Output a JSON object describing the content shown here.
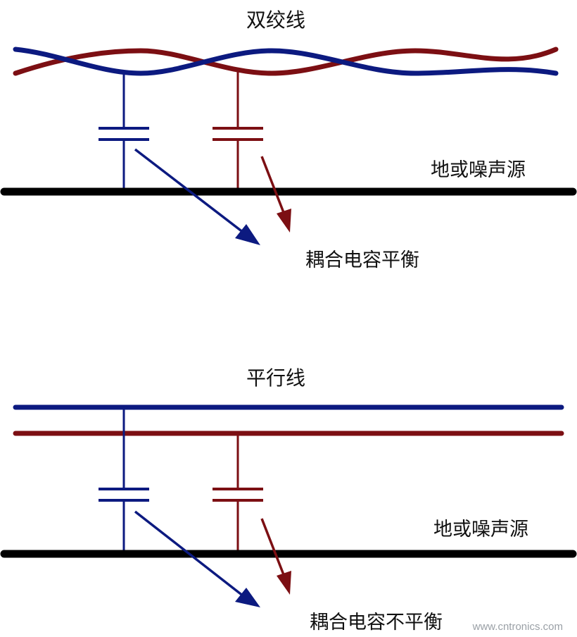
{
  "colors": {
    "blue": "#0c1a80",
    "red": "#7c0f13",
    "ground": "#000000",
    "watermark": "#9aa0a6"
  },
  "twisted_pair": {
    "title": "双绞线",
    "ground_label": "地或噪声源",
    "result_label": "耦合电容平衡"
  },
  "parallel_pair": {
    "title": "平行线",
    "ground_label": "地或噪声源",
    "result_label": "耦合电容不平衡"
  },
  "watermark": "www.cntronics.com"
}
